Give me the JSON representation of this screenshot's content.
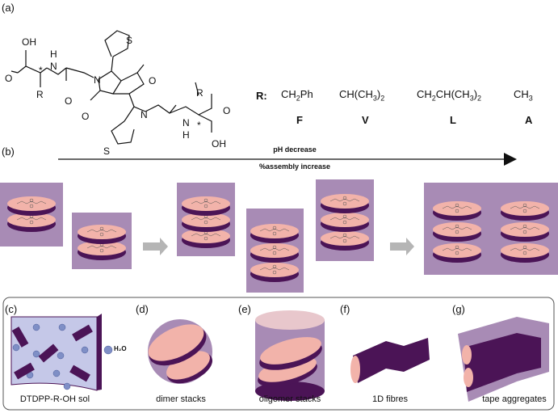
{
  "panels": {
    "a": "(a)",
    "b": "(b)",
    "c": "(c)",
    "d": "(d)",
    "e": "(e)",
    "f": "(f)",
    "g": "(g)"
  },
  "molecule": {
    "atoms": [
      "OH",
      "O",
      "H",
      "N",
      "R",
      "*",
      "N",
      "O",
      "S",
      "O",
      "N",
      "O",
      "S",
      "N",
      "H",
      "R",
      "*",
      "O",
      "OH"
    ]
  },
  "r_groups": {
    "label": "R:",
    "items": [
      {
        "formula_main": "CH",
        "formula_parts": [
          "CH",
          "2",
          "Ph"
        ],
        "letter": "F"
      },
      {
        "formula_parts": [
          "CH(CH",
          "3",
          ")",
          "2",
          ""
        ],
        "letter": "V"
      },
      {
        "formula_parts": [
          "CH",
          "2",
          "CH(CH",
          "3",
          ")",
          "2",
          ""
        ],
        "letter": "L"
      },
      {
        "formula_parts": [
          "CH",
          "3",
          ""
        ],
        "letter": "A"
      }
    ]
  },
  "arrow": {
    "top_label": "pH decrease",
    "bottom_label": "%assembly increase"
  },
  "colors": {
    "box": "#a88bb5",
    "disc_dark": "#4b1456",
    "disc_top": "#f2b3aa",
    "sol": "#c5c8e8",
    "drop": "#7f8fc6"
  },
  "bottom_panel": {
    "water_label": "H₂O",
    "captions": [
      "DTDPP-R-OH sol",
      "dimer stacks",
      "oligomer stacks",
      "1D fibres",
      "tape aggregates"
    ]
  }
}
